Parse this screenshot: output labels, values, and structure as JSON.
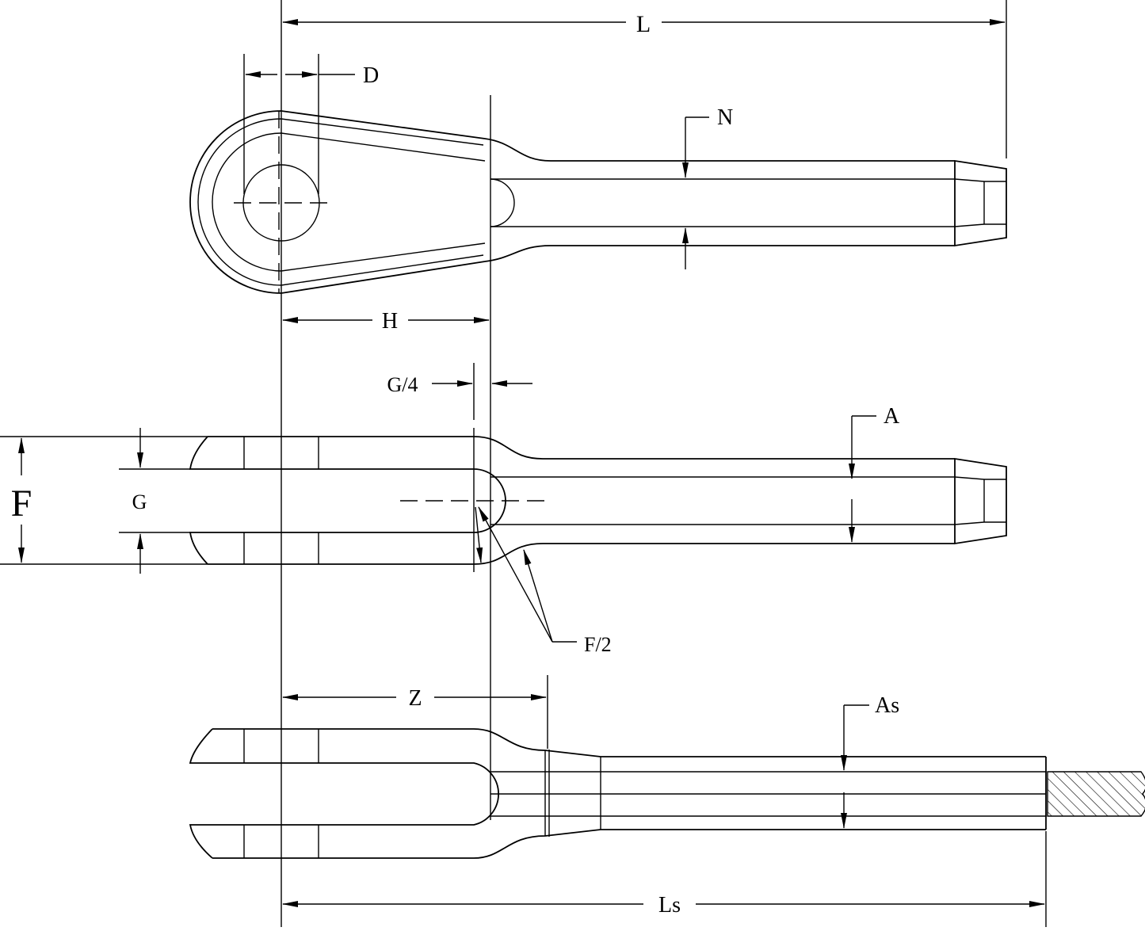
{
  "labels": {
    "L": "L",
    "D": "D",
    "N": "N",
    "H": "H",
    "G4": "G/4",
    "A": "A",
    "F": "F",
    "G": "G",
    "F2": "F/2",
    "Z": "Z",
    "As": "As",
    "Ls": "Ls"
  }
}
